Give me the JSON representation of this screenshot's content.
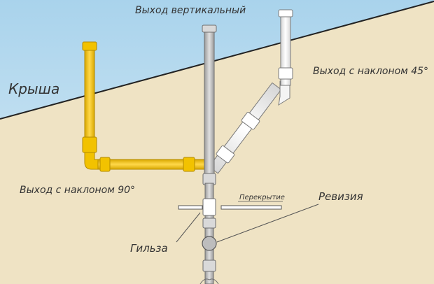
{
  "labels": {
    "vertical_exit": "Выход вертикальный",
    "roof": "Крыша",
    "angle45_exit": "Выход с наклоном 45°",
    "angle90_exit": "Выход с наклоном 90°",
    "floor_slab": "Перекрытие",
    "revision": "Ревизия",
    "sleeve": "Гильза"
  },
  "colors": {
    "sky": "#bfdff0",
    "ground": "#efe3c4",
    "yellow_pipe": "#f2c200",
    "yellow_edge": "#b38b00",
    "grey_pipe": "#c9c9c9",
    "grey_edge": "#6e6e6e",
    "white_pipe": "#f4f4f4",
    "white_edge": "#7a7a7a",
    "roof_line": "#222222",
    "leader_line": "#555555"
  }
}
